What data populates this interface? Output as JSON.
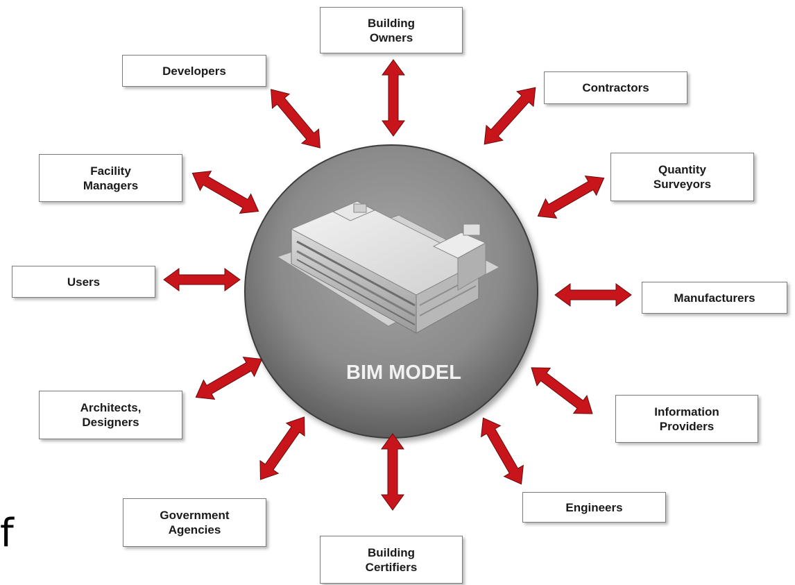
{
  "center": {
    "label": "BIM MODEL",
    "image": "3d-building-model"
  },
  "stakeholders": [
    {
      "id": "building-owners",
      "label": "Building\nOwners"
    },
    {
      "id": "contractors",
      "label": "Contractors"
    },
    {
      "id": "quantity-surveyors",
      "label": "Quantity\nSurveyors"
    },
    {
      "id": "manufacturers",
      "label": "Manufacturers"
    },
    {
      "id": "information-providers",
      "label": "Information\nProviders"
    },
    {
      "id": "engineers",
      "label": "Engineers"
    },
    {
      "id": "building-certifiers",
      "label": "Building\nCertifiers"
    },
    {
      "id": "government-agencies",
      "label": "Government\nAgencies"
    },
    {
      "id": "architects-designers",
      "label": "Architects,\nDesigners"
    },
    {
      "id": "users",
      "label": "Users"
    },
    {
      "id": "facility-managers",
      "label": "Facility\nManagers"
    },
    {
      "id": "developers",
      "label": "Developers"
    }
  ],
  "stray_text": "f",
  "colors": {
    "arrow": "#c8151b",
    "circle_light": "#a0a0a0",
    "circle_dark": "#5e5e5e",
    "box_border": "#7a7a7a",
    "label_text": "#1a1a1a"
  }
}
